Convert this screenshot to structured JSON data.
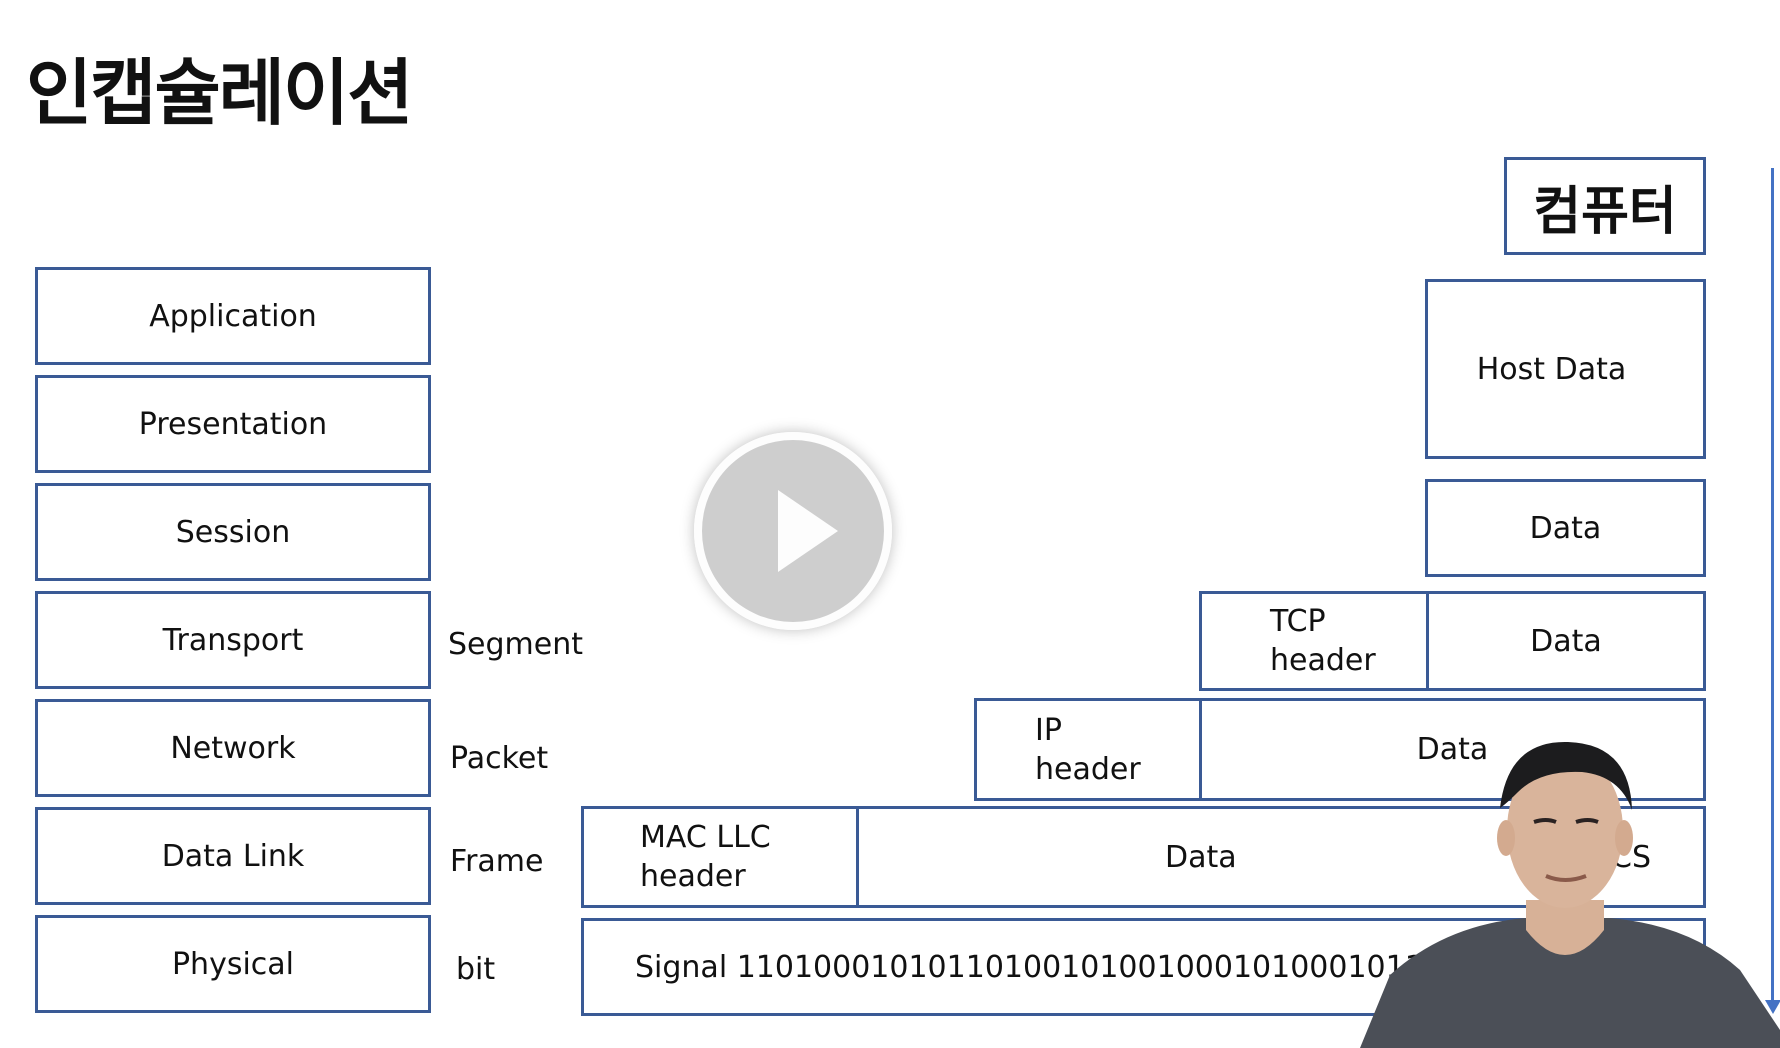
{
  "title": "인캡슐레이션",
  "computer_label": "컴퓨터",
  "layers": [
    "Application",
    "Presentation",
    "Session",
    "Transport",
    "Network",
    "Data Link",
    "Physical"
  ],
  "pdus": {
    "segment": "Segment",
    "packet": "Packet",
    "frame": "Frame",
    "bit": "bit"
  },
  "stack": {
    "host_data": "Host Data",
    "session_data": "Data",
    "tcp_header": [
      "TCP",
      "header"
    ],
    "transport_data": "Data",
    "ip_header": [
      "IP",
      "header"
    ],
    "network_data": "Data",
    "mac_header": [
      "MAC LLC",
      "header"
    ],
    "frame_data": "Data",
    "fcs": "FCS",
    "signal": "Signal 11010001010110100101001000101000101101"
  },
  "colors": {
    "box_border": "#3a5a95",
    "arrow": "#4472c4"
  }
}
